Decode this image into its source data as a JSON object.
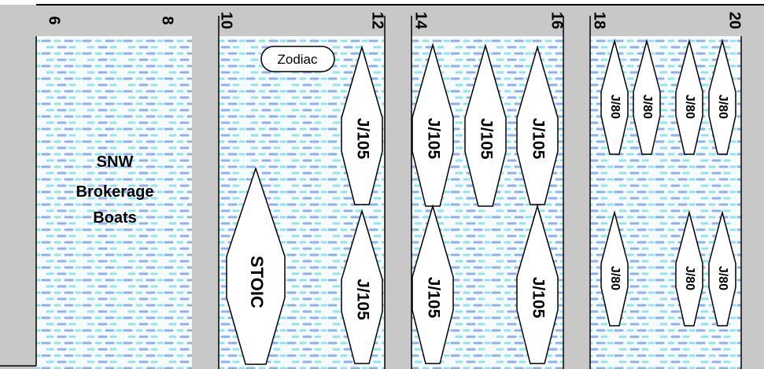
{
  "slip_numbers": [
    "6",
    "8",
    "10",
    "12",
    "14",
    "16",
    "18",
    "20"
  ],
  "brokerage": {
    "line1": "SNW",
    "line2": "Brokerage",
    "line3": "Boats"
  },
  "zodiac_label": "Zodiac",
  "boats": [
    {
      "id": "stoic",
      "label": "STOIC"
    },
    {
      "id": "j105-a",
      "label": "J/105"
    },
    {
      "id": "j105-b",
      "label": "J/105"
    },
    {
      "id": "j105-c",
      "label": "J/105"
    },
    {
      "id": "j105-d",
      "label": "J/105"
    },
    {
      "id": "j105-e",
      "label": "J/105"
    },
    {
      "id": "j105-f",
      "label": "J/105"
    },
    {
      "id": "j105-g",
      "label": "J/105"
    },
    {
      "id": "j80-a",
      "label": "J/80"
    },
    {
      "id": "j80-b",
      "label": "J/80"
    },
    {
      "id": "j80-c",
      "label": "J/80"
    },
    {
      "id": "j80-d",
      "label": "J/80"
    },
    {
      "id": "j80-e",
      "label": "J/80"
    },
    {
      "id": "j80-f",
      "label": "J/80"
    },
    {
      "id": "j80-g",
      "label": "J/80"
    }
  ],
  "colors": {
    "dock": "#c8c8c8",
    "water_dash_blue": "#8fb3e8",
    "water_dash_cyan": "#8ee6e6",
    "water_bg": "#f6fbff",
    "outline": "#000000"
  }
}
